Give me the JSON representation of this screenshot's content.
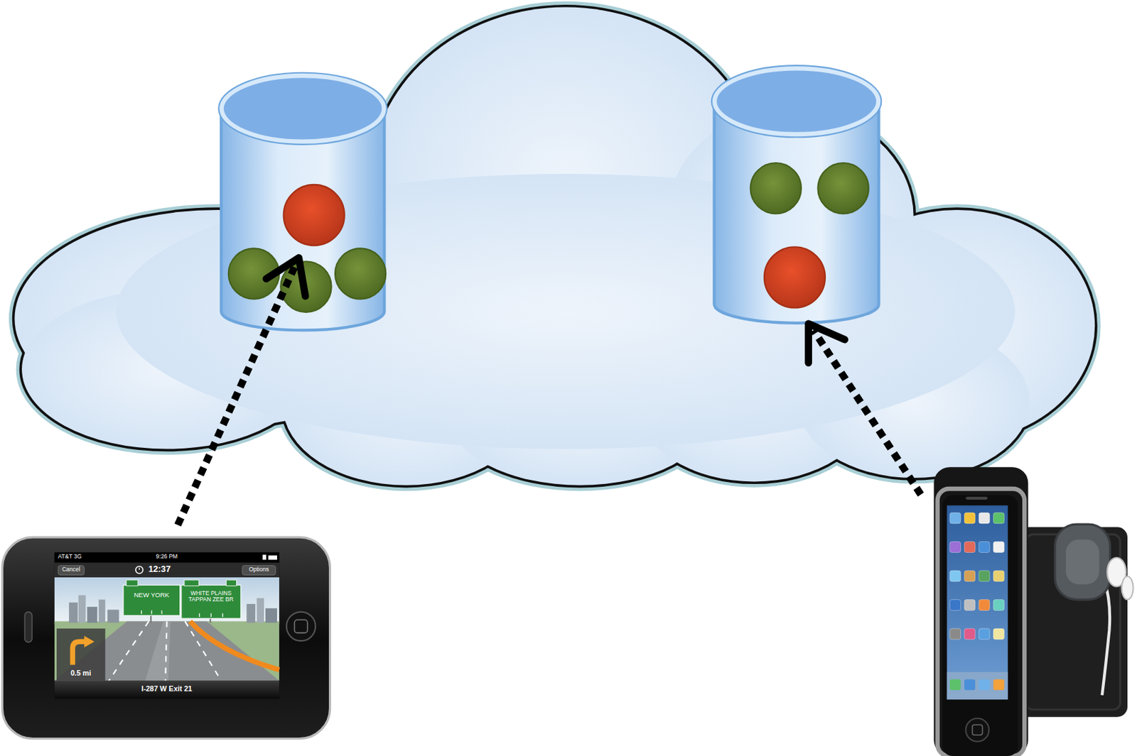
{
  "diagram": {
    "labels": [
      "AT&T 3G",
      "9:26 PM",
      "Cancel",
      "12:37",
      "Options",
      "NEW YORK",
      "WHITE PLAINS TAPPAN ZEE BR",
      "0.5 mi",
      "I-287 W Exit 21"
    ]
  }
}
